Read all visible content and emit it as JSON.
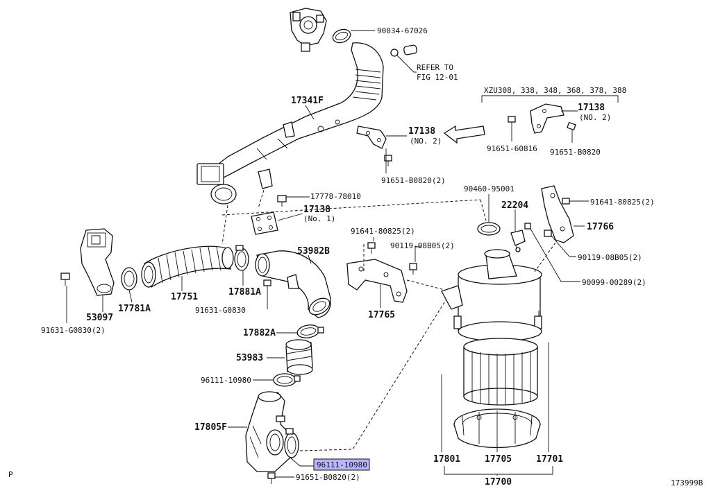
{
  "labels": {
    "p_90034": "90034-67026",
    "refer_1": "REFER TO",
    "refer_2": "FIG 12-01",
    "variant_note": "XZU308, 338, 348, 368, 378, 388",
    "p_17138_right": "17138",
    "p_17138_right_no": "(NO. 2)",
    "p_91651_60816": "91651-60816",
    "p_91651_b0820_right": "91651-B0820",
    "p_17341f": "17341F",
    "p_17138_mid": "17138",
    "p_17138_mid_no": "(NO. 2)",
    "p_91651_b0820_2_mid": "91651-B0820(2)",
    "p_17778": "17778-78010",
    "p_17138_no1": "17138",
    "p_17138_no1_sub": "(No. 1)",
    "p_90460": "90460-95001",
    "p_22204": "22204",
    "p_91641_top": "91641-80825(2)",
    "p_17766": "17766",
    "p_91641_mid": "91641-80825(2)",
    "p_90119_mid": "90119-08B05(2)",
    "p_90119_right": "90119-08B05(2)",
    "p_90099": "90099-00289(2)",
    "p_53982b": "53982B",
    "p_17751": "17751",
    "p_17881a": "17881A",
    "p_17781a": "17781A",
    "p_53097": "53097",
    "p_91631_left": "91631-G0830(2)",
    "p_91631_mid": "91631-G0830",
    "p_17765": "17765",
    "p_17882a": "17882A",
    "p_53983": "53983",
    "p_96111_upper": "96111-10980",
    "p_17805f": "17805F",
    "p_96111_hl": "96111-10980",
    "p_91651_bottom": "91651-B0820(2)",
    "p_17801": "17801",
    "p_17705": "17705",
    "p_17701": "17701",
    "p_17700": "17700",
    "corner_left": "P",
    "corner_right": "173999B"
  },
  "colors": {
    "line": "#111111",
    "highlight": "#b9b6ff",
    "background": "#ffffff"
  }
}
